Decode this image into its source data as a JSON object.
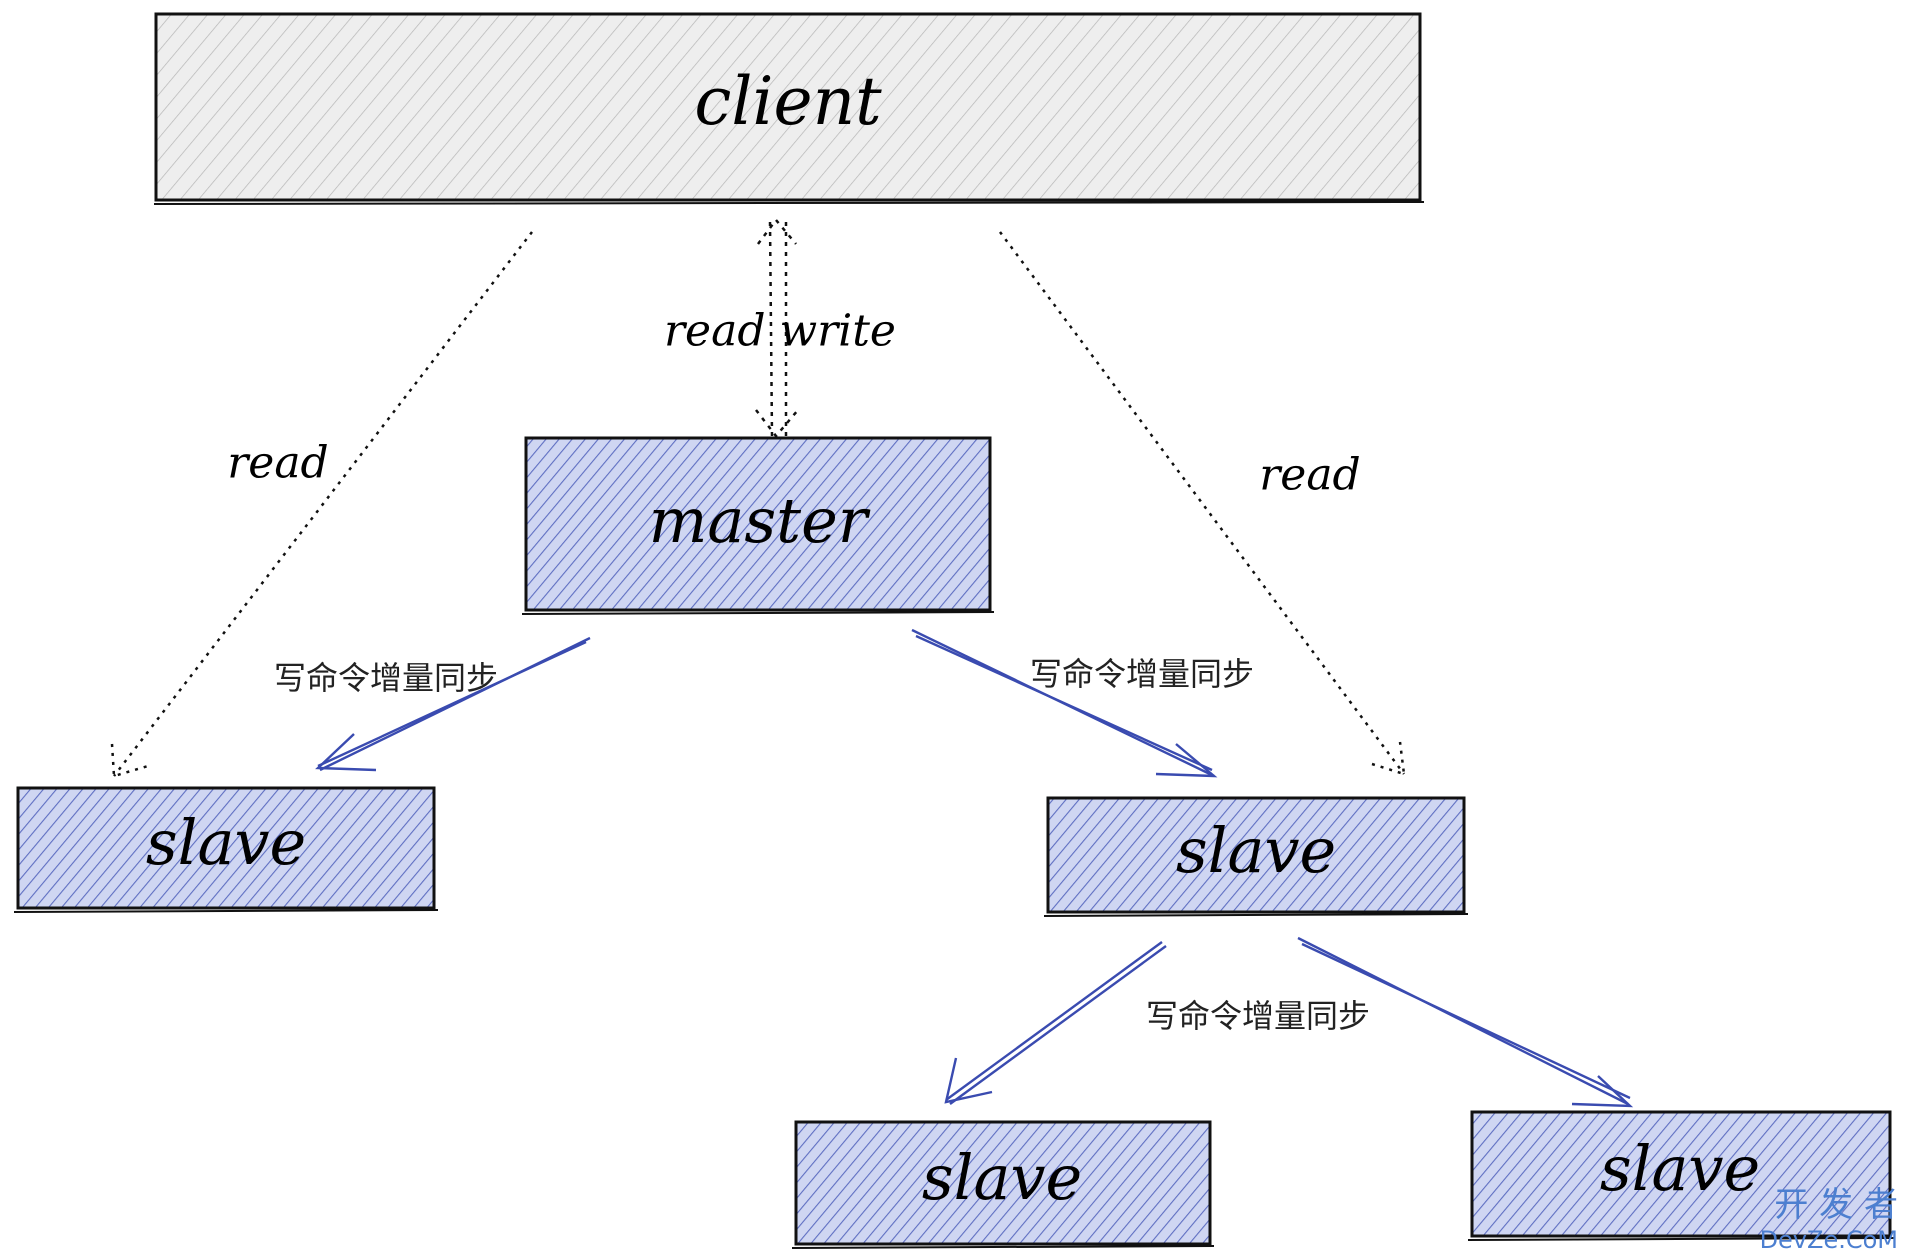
{
  "nodes": {
    "client": "client",
    "master": "master",
    "slave_left": "slave",
    "slave_right": "slave",
    "slave_bottom_left": "slave",
    "slave_bottom_right": "slave"
  },
  "edges": {
    "client_master": "read write",
    "client_slave_left": "read",
    "client_slave_right": "read",
    "sync_master_left": "写命令增量同步",
    "sync_master_right": "写命令增量同步",
    "sync_slave_children": "写命令增量同步"
  },
  "watermark": {
    "line1": "开 发 者",
    "line2": "DevZe.CoM"
  },
  "colors": {
    "client_fill": "#eeeeee",
    "node_fill": "#cfd6f2",
    "hatch_gray": "#b5b5b5",
    "hatch_blue": "#5f6fc2",
    "sync_arrow": "#3a4bb0",
    "watermark": "#4c7fd0"
  }
}
